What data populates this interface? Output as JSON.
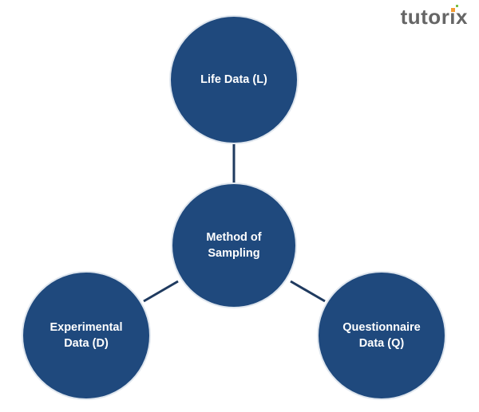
{
  "logo": "tutorix",
  "center": {
    "label_line1": "Method of",
    "label_line2": "Sampling"
  },
  "nodes": [
    {
      "line1": "Life Data (L)",
      "line2": ""
    },
    {
      "line1": "Experimental",
      "line2": "Data (D)"
    },
    {
      "line1": "Questionnaire",
      "line2": "Data (Q)"
    }
  ],
  "colors": {
    "node": "#1f497d",
    "connector": "#1f3a5f"
  }
}
